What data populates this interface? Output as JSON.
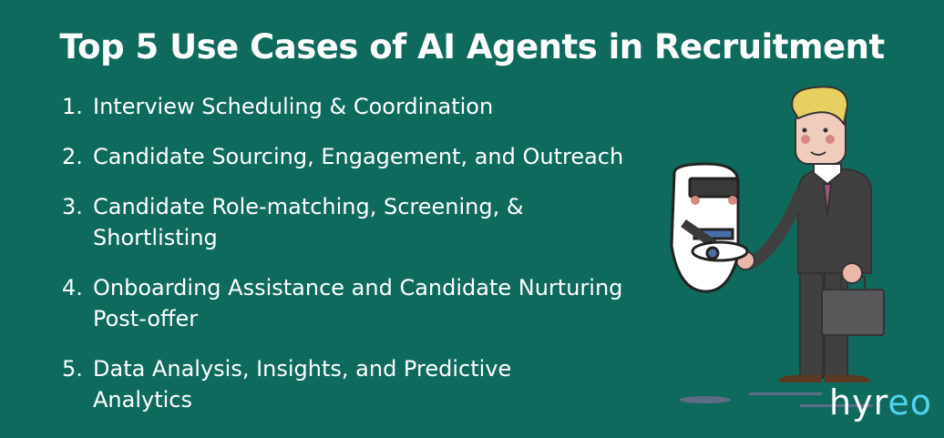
{
  "title": "Top 5 Use Cases of AI Agents in Recruitment",
  "items": [
    {
      "num": "1.",
      "text": "Interview Scheduling & Coordination"
    },
    {
      "num": "2.",
      "text": "Candidate Sourcing, Engagement, and Outreach"
    },
    {
      "num": "3.",
      "text": "Candidate Role-matching, Screening, & Shortlisting"
    },
    {
      "num": "4.",
      "text": "Onboarding Assistance and Candidate Nurturing Post-offer"
    },
    {
      "num": "5.",
      "text": "Data Analysis, Insights, and Predictive Analytics"
    }
  ],
  "logo": {
    "main": "hyr",
    "accent": "eo"
  },
  "colors": {
    "background": "#0f6a5e",
    "accent": "#4fd4f0"
  }
}
